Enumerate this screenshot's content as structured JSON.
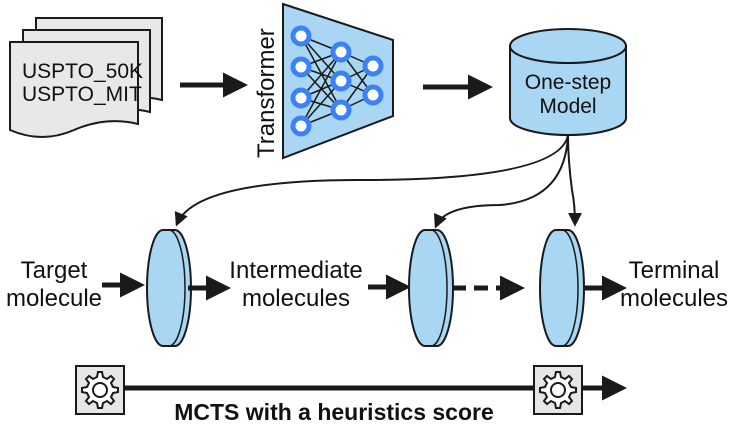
{
  "datasets": {
    "line1": "USPTO_50K",
    "line2": "USPTO_MIT"
  },
  "transformer": {
    "label": "Transformer"
  },
  "model": {
    "line1": "One-step",
    "line2": "Model"
  },
  "flow": {
    "target_line1": "Target",
    "target_line2": "molecule",
    "intermediate_line1": "Intermediate",
    "intermediate_line2": "molecules",
    "terminal_line1": "Terminal",
    "terminal_line2": "molecules"
  },
  "mcts": {
    "label": "MCTS with a heuristics score"
  },
  "icons": {
    "gear": "gear-icon",
    "cylinder": "database-cylinder-icon",
    "disc": "disc-icon"
  },
  "colors": {
    "fill_blue": "#a9d6f2",
    "stroke": "#1a1a1a",
    "doc_fill": "#e8e8e8",
    "node_fill": "#3b82f6",
    "gear_box_fill": "#e6e6e6"
  }
}
